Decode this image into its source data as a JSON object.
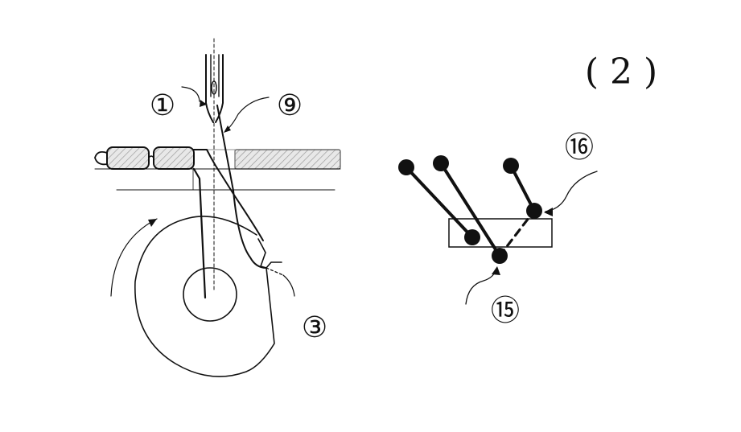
{
  "figure_label": "( 2 )",
  "callouts": {
    "needle": "①",
    "hook": "③",
    "thread": "⑨",
    "lower_point": "⑮",
    "upper_point": "⑯"
  }
}
